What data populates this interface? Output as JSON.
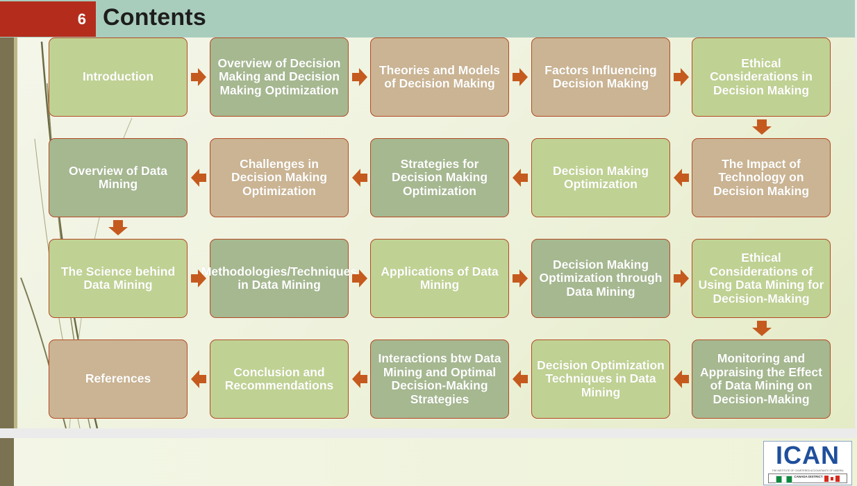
{
  "slide": {
    "number": "6",
    "title": "Contents"
  },
  "colors": {
    "header_band": "#a9cdbd",
    "number_box": "#b42d1c",
    "box_border": "#b24a25",
    "arrow": "#c55a1f",
    "light_green": "#c0d293",
    "sage": "#a6b890",
    "tan": "#cbb493"
  },
  "flow": {
    "row1": [
      {
        "label": "Introduction",
        "color": "light"
      },
      {
        "label": "Overview of Decision Making and Decision Making Optimization",
        "color": "sage"
      },
      {
        "label": "Theories and Models of Decision Making",
        "color": "tan"
      },
      {
        "label": "Factors Influencing Decision Making",
        "color": "tan"
      },
      {
        "label": "Ethical Considerations in Decision Making",
        "color": "light"
      }
    ],
    "row2": [
      {
        "label": "Overview of Data Mining",
        "color": "sage"
      },
      {
        "label": "Challenges in Decision Making Optimization",
        "color": "tan"
      },
      {
        "label": "Strategies for Decision Making Optimization",
        "color": "sage"
      },
      {
        "label": "Decision Making Optimization",
        "color": "light"
      },
      {
        "label": "The Impact of Technology on Decision Making",
        "color": "tan"
      }
    ],
    "row3": [
      {
        "label": "The Science behind Data Mining",
        "color": "light"
      },
      {
        "label": "Methodologies/Techniques in Data Mining",
        "color": "sage"
      },
      {
        "label": "Applications of Data Mining",
        "color": "light"
      },
      {
        "label": "Decision Making Optimization through Data Mining",
        "color": "sage"
      },
      {
        "label": "Ethical Considerations of Using Data Mining for Decision-Making",
        "color": "light"
      }
    ],
    "row4": [
      {
        "label": "References",
        "color": "tan"
      },
      {
        "label": "Conclusion and Recommendations",
        "color": "light"
      },
      {
        "label": "Interactions btw Data Mining and Optimal Decision-Making Strategies",
        "color": "sage"
      },
      {
        "label": "Decision Optimization Techniques in Data Mining",
        "color": "light"
      },
      {
        "label": "Monitoring and Appraising the Effect of Data Mining on Decision-Making",
        "color": "sage"
      }
    ]
  },
  "logo": {
    "name": "ICAN",
    "tagline": "THE INSTITUTE OF CHARTERED ACCOUNTANTS OF NIGERIA",
    "district": "CANADA DISTRICT"
  }
}
